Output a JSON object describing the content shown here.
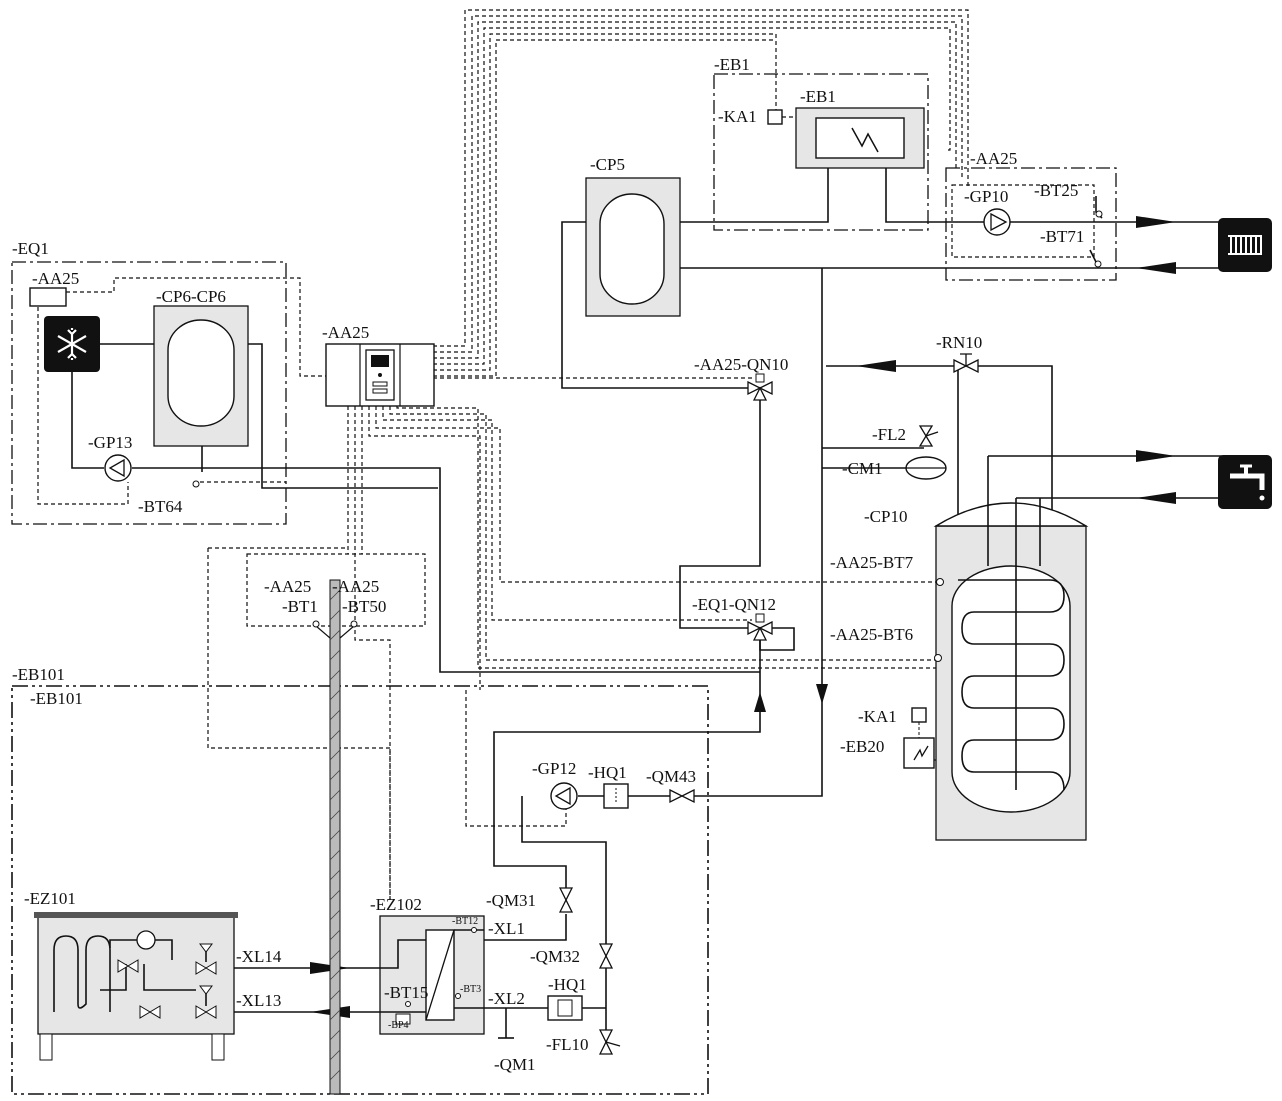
{
  "labels": {
    "eb1_group": "-EB1",
    "eb1": "-EB1",
    "ka1_top": "-KA1",
    "cp5": "-CP5",
    "aa25_right": "-AA25",
    "gp10": "-GP10",
    "bt25": "-BT25",
    "bt71": "-BT71",
    "eq1": "-EQ1",
    "aa25_eq1": "-AA25",
    "cp6": "-CP6-CP6",
    "aa25_ctrl": "-AA25",
    "gp13": "-GP13",
    "bt64": "-BT64",
    "aa25_qn10": "-AA25-QN10",
    "rn10": "-RN10",
    "fl2": "-FL2",
    "cm1": "-CM1",
    "cp10": "-CP10",
    "aa25_bt7": "-AA25-BT7",
    "aa25_bt6": "-AA25-BT6",
    "eq1_qn12": "-EQ1-QN12",
    "aa25_bt1_a": "-AA25",
    "aa25_bt1_b": "-BT1",
    "aa25_bt50_a": "-AA25",
    "aa25_bt50_b": "-BT50",
    "eb101_outer": "-EB101",
    "eb101_inner": "-EB101",
    "ka1_bottom": "-KA1",
    "eb20": "-EB20",
    "gp12": "-GP12",
    "hq1_top": "-HQ1",
    "qm43": "-QM43",
    "ez101": "-EZ101",
    "ez102": "-EZ102",
    "bt12": "-BT12",
    "xl1": "-XL1",
    "qm31": "-QM31",
    "qm32": "-QM32",
    "xl14": "-XL14",
    "xl13": "-XL13",
    "bt15": "-BT15",
    "bt3": "-BT3",
    "bp4": "-BP4",
    "xl2": "-XL2",
    "hq1_bottom": "-HQ1",
    "fl10": "-FL10",
    "qm1": "-QM1"
  },
  "icons": {
    "heating": "radiator-icon",
    "hot_water": "tap-icon",
    "cooling": "snowflake-icon"
  }
}
